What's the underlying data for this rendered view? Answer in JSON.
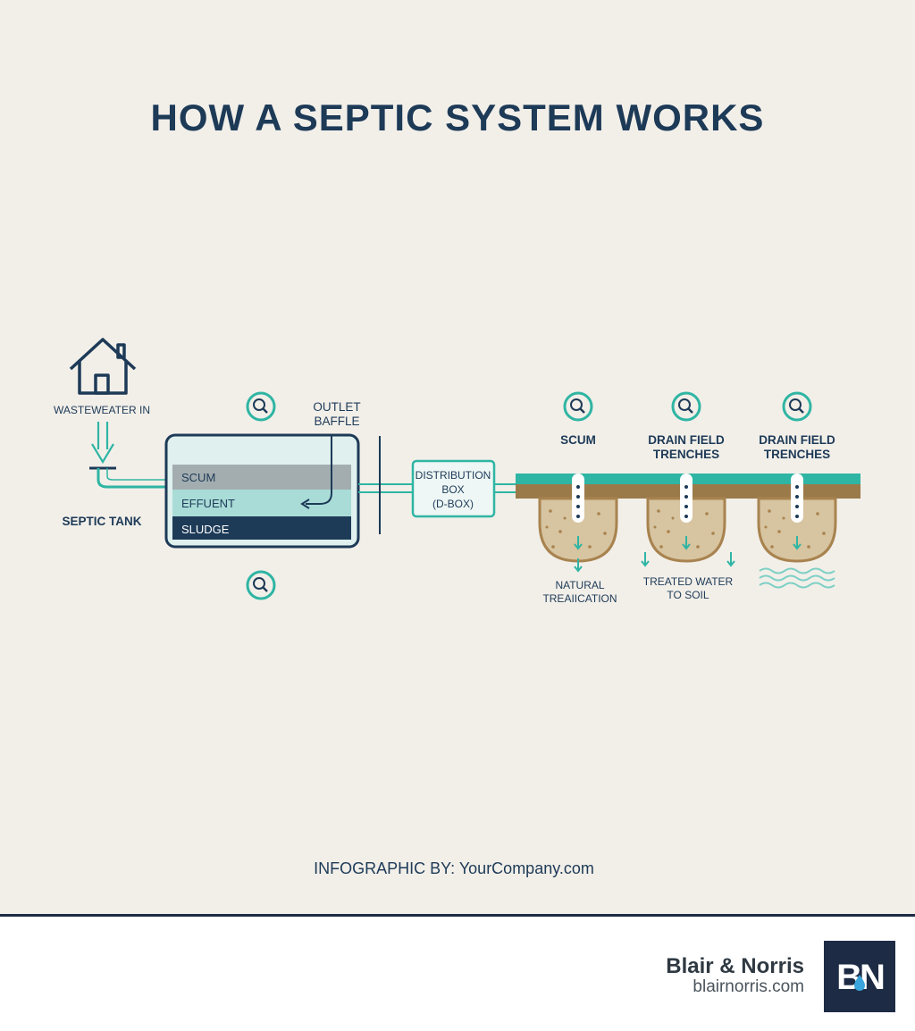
{
  "title": "HOW A SEPTIC SYSTEM WORKS",
  "labels": {
    "wastewater_in": "WASTEWEATER IN",
    "septic_tank": "SEPTIC TANK",
    "outlet_baffle_1": "OUTLET",
    "outlet_baffle_2": "BAFFLE",
    "layer_scum": "SCUM",
    "layer_effluent": "EFFUENT",
    "layer_sludge": "SLUDGE",
    "dbox_1": "DISTRIBUTION",
    "dbox_2": "BOX",
    "dbox_3": "(D-BOX)",
    "trench_scum": "SCUM",
    "drain_field_a_1": "DRAIN FIELD",
    "drain_field_a_2": "TRENCHES",
    "drain_field_b_1": "DRAIN FIELD",
    "drain_field_b_2": "TRENCHES",
    "natural_1": "NATURAL",
    "natural_2": "TREAIICATION",
    "treated_1": "TREATED WATER",
    "treated_2": "TO SOIL"
  },
  "credit": "INFOGRAPHIC BY: YourCompany.com",
  "footer": {
    "brand_name": "Blair & Norris",
    "brand_url": "blairnorris.com",
    "logo_text": "BN"
  },
  "icons": [
    "house-icon",
    "magnifier-icon",
    "down-arrow-icon",
    "water-drop-icon",
    "wave-icon"
  ],
  "colors": {
    "navy": "#1d3a57",
    "teal": "#2fb5a3",
    "background": "#f2efe9",
    "soil": "#d7c4a0",
    "soil_edge": "#a8834f",
    "ground": "#9b7a4a"
  }
}
